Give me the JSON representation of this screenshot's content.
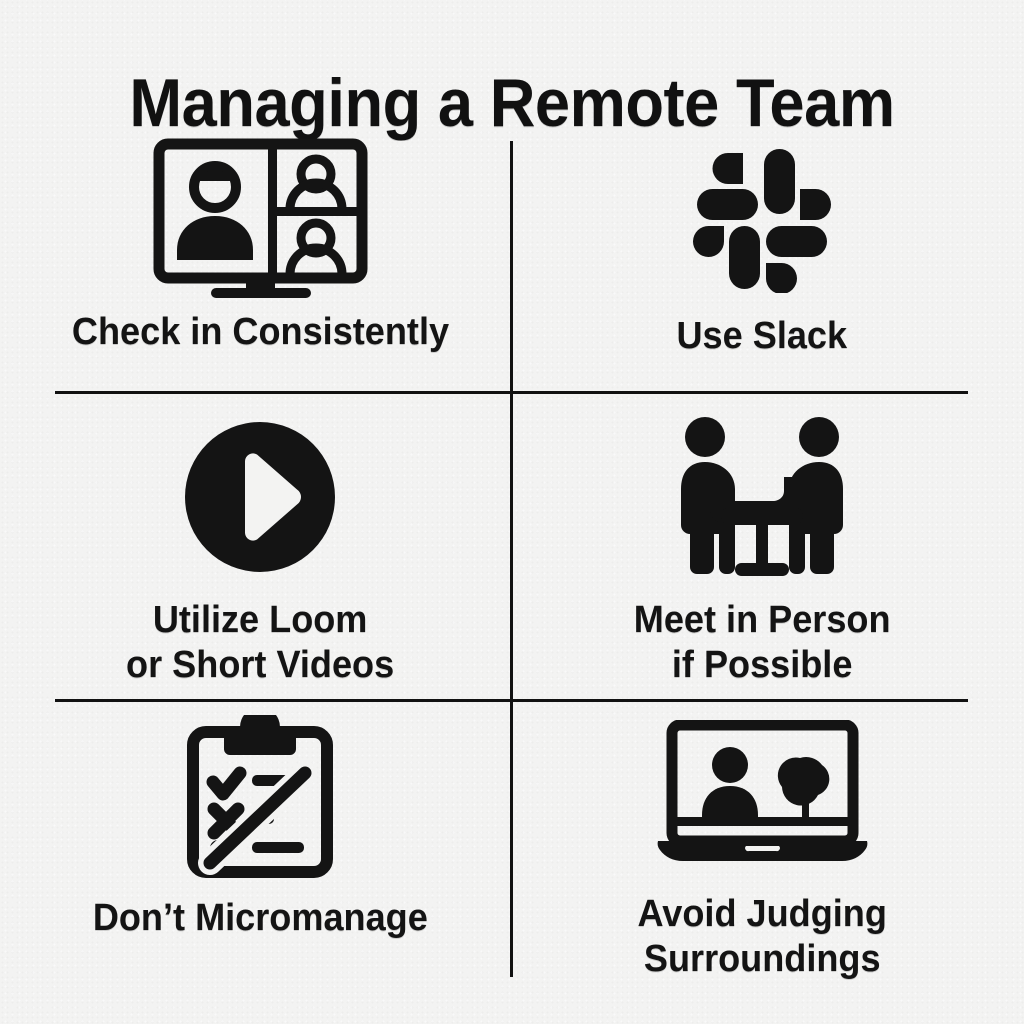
{
  "title": "Managing a Remote Team",
  "theme": {
    "background": "#f3f3f2",
    "ink": "#141414",
    "divider": "#111111"
  },
  "layout": {
    "columns": 2,
    "rows": 3
  },
  "cells": [
    {
      "id": "check-in-consistently",
      "label": "Check in Consistently",
      "icon": "video-call-monitor-icon"
    },
    {
      "id": "use-slack",
      "label": "Use Slack",
      "icon": "slack-logo-icon"
    },
    {
      "id": "utilize-loom-or-short-videos",
      "label": "Utilize Loom\nor Short Videos",
      "icon": "play-button-icon"
    },
    {
      "id": "meet-in-person-if-possible",
      "label": "Meet in Person\nif Possible",
      "icon": "two-people-at-table-icon"
    },
    {
      "id": "dont-micromanage",
      "label": "Don’t Micromanage",
      "icon": "crossed-out-clipboard-icon"
    },
    {
      "id": "avoid-judging-surroundings",
      "label": "Avoid Judging\nSurroundings",
      "icon": "laptop-video-background-icon"
    }
  ]
}
